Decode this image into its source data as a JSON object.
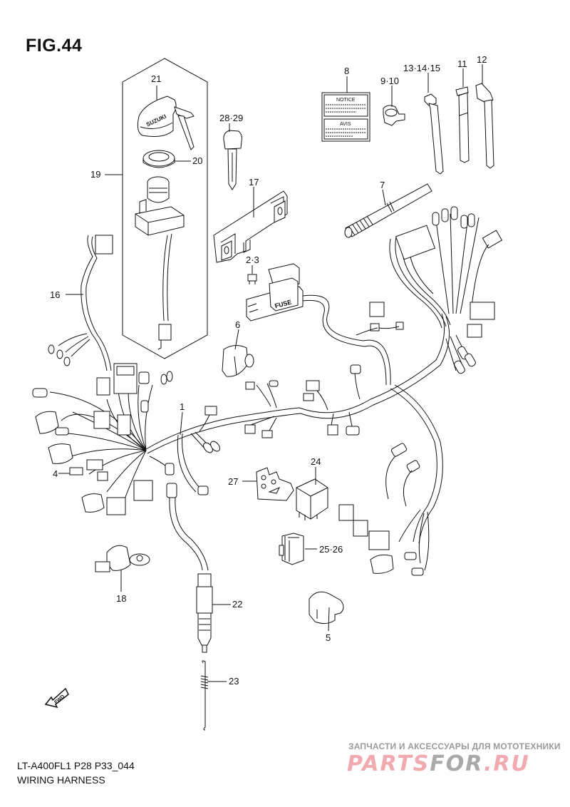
{
  "figure": {
    "title": "FIG.44",
    "model_code": "LT-A400FL1 P28 P33_044",
    "section_name": "WIRING HARNESS",
    "fwd_arrow_label": "FWD"
  },
  "parts": [
    {
      "ref": "1",
      "name": "wiring-harness"
    },
    {
      "ref": "2·3",
      "name": "fuse"
    },
    {
      "ref": "4",
      "name": "connector-cap"
    },
    {
      "ref": "5",
      "name": "boot"
    },
    {
      "ref": "6",
      "name": "cover"
    },
    {
      "ref": "7",
      "name": "protector-tube"
    },
    {
      "ref": "8",
      "name": "notice-label"
    },
    {
      "ref": "9·10",
      "name": "clamp"
    },
    {
      "ref": "11",
      "name": "band"
    },
    {
      "ref": "12",
      "name": "clamp-band"
    },
    {
      "ref": "13·14·15",
      "name": "cable-tie"
    },
    {
      "ref": "16",
      "name": "sub-harness"
    },
    {
      "ref": "17",
      "name": "bracket"
    },
    {
      "ref": "18",
      "name": "switch-sensor"
    },
    {
      "ref": "19",
      "name": "ignition-switch-assy"
    },
    {
      "ref": "20",
      "name": "nut"
    },
    {
      "ref": "21",
      "name": "key-cap"
    },
    {
      "ref": "22",
      "name": "switch"
    },
    {
      "ref": "23",
      "name": "spring"
    },
    {
      "ref": "24",
      "name": "relay"
    },
    {
      "ref": "25·26",
      "name": "relay-socket"
    },
    {
      "ref": "27",
      "name": "relay-bracket"
    },
    {
      "ref": "28·29",
      "name": "key-blank"
    }
  ],
  "label_texts": {
    "notice": "NOTICE",
    "avis": "AVIS",
    "fuse": "FUSE",
    "suzuki": "SUZUKI"
  },
  "watermark": {
    "subtitle": "ЗАПЧАСТИ И АКСЕССУАРЫ ДЛЯ МОТОТЕХНИКИ",
    "brand_part1": "PARTS",
    "brand_part2": "FOR",
    "brand_part3": ".RU",
    "color_accent": "#f2aab1",
    "color_gray": "#a9a9a9"
  }
}
